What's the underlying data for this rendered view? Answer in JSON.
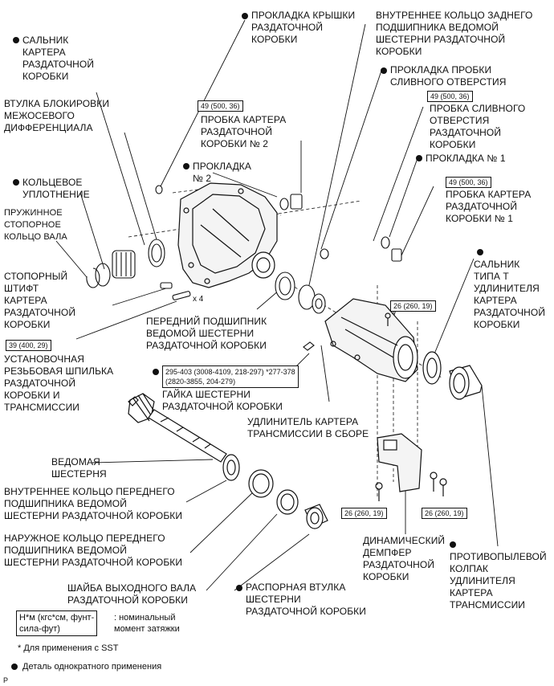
{
  "labels": {
    "oil_seal_case": "САЛЬНИК\nКАРТЕРА\nРАЗДАТОЧНОЙ\nКОРОБКИ",
    "diff_lock_sleeve": "ВТУЛКА БЛОКИРОВКИ\nМЕЖОСЕВОГО\nДИФФЕРЕНЦИАЛА",
    "o_ring": "КОЛЬЦЕВОЕ\nУПЛОТНЕНИЕ",
    "snap_ring": "ПРУЖИННОЕ\nСТОПОРНОЕ\nКОЛЬЦО ВАЛА",
    "straight_pin": "СТОПОРНЫЙ\nШТИФТ\nКАРТЕРА\nРАЗДАТОЧНОЙ\nКОРОБКИ",
    "stud_bolt": "УСТАНОВОЧНАЯ\nРЕЗЬБОВАЯ ШПИЛЬКА\nРАЗДАТОЧНОЙ\nКОРОБКИ И\nТРАНСМИССИИ",
    "driven_gear": "ВЕДОМАЯ\nШЕСТЕРНЯ",
    "front_bearing_inner": "ВНУТРЕННЕЕ КОЛЬЦО ПЕРЕДНЕГО\nПОДШИПНИКА ВЕДОМОЙ\nШЕСТЕРНИ РАЗДАТОЧНОЙ КОРОБКИ",
    "front_bearing_outer": "НАРУЖНОЕ КОЛЬЦО ПЕРЕДНЕГО\nПОДШИПНИКА ВЕДОМОЙ\nШЕСТЕРНИ РАЗДАТОЧНОЙ КОРОБКИ",
    "output_washer": "ШАЙБА ВЫХОДНОГО ВАЛА\nРАЗДАТОЧНОЙ КОРОБКИ",
    "cover_gasket": "ПРОКЛАДКА КРЫШКИ\nРАЗДАТОЧНОЙ\nКОРОБКИ",
    "rear_bearing_inner": "ВНУТРЕННЕЕ КОЛЬЦО ЗАДНЕГО\nПОДШИПНИКА ВЕДОМОЙ\nШЕСТЕРНИ РАЗДАТОЧНОЙ\nКОРОБКИ",
    "drain_gasket": "ПРОКЛАДКА ПРОБКИ\nСЛИВНОГО ОТВЕРСТИЯ",
    "drain_plug": "ПРОБКА СЛИВНОГО\nОТВЕРСТИЯ\nРАЗДАТОЧНОЙ\nКОРОБКИ",
    "gasket_1": "ПРОКЛАДКА № 1",
    "plug_1": "ПРОБКА КАРТЕРА\nРАЗДАТОЧНОЙ\nКОРОБКИ № 1",
    "gasket_2": "ПРОКЛАДКА\n№ 2",
    "plug_2": "ПРОБКА КАРТЕРА\nРАЗДАТОЧНОЙ\nКОРОБКИ № 2",
    "oil_seal_t": "САЛЬНИК\nТИПА T\nУДЛИНИТЕЛЯ\nКАРТЕРА\nРАЗДАТОЧНОЙ\nКОРОБКИ",
    "front_bearing_driven": "ПЕРЕДНИЙ ПОДШИПНИК\nВЕДОМОЙ ШЕСТЕРНИ\nРАЗДАТОЧНОЙ КОРОБКИ",
    "nut": "ГАЙКА ШЕСТЕРНИ\nРАЗДАТОЧНОЙ КОРОБКИ",
    "extension_assy": "УДЛИНИТЕЛЬ КАРТЕРА\nТРАНСМИССИИ В СБОРЕ",
    "damper": "ДИНАМИЧЕСКИЙ\nДЕМПФЕР\nРАЗДАТОЧНОЙ\nКОРОБКИ",
    "dust_cap": "ПРОТИВОПЫЛЕВОЙ\nКОЛПАК\nУДЛИНИТЕЛЯ\nКАРТЕРА\nТРАНСМИССИИ",
    "spacer": "РАСПОРНАЯ ВТУЛКА\nШЕСТЕРНИ\nРАЗДАТОЧНОЙ КОРОБКИ",
    "x4": "x 4"
  },
  "torques": {
    "t_plug2": "49 (500, 36)",
    "t_drain": "49 (500, 36)",
    "t_plug1": "49 (500, 36)",
    "t_stud": "39 (400, 29)",
    "t_ext": "26 (260, 19)",
    "t_nut": "295-403 (3008-4109, 218-297) *277-378\n(2820-3855, 204-279)",
    "t_damper_l": "26 (260, 19)",
    "t_damper_r": "26 (260, 19)"
  },
  "legend": {
    "unit_box": "Н*м (кгс*см, фунт-\nсила-фут)",
    "unit_text": ": номинальный\nмомент затяжки",
    "sst_note": "* Для применения с SST",
    "nonreusable": "Деталь однократного применения",
    "corner": "P"
  }
}
